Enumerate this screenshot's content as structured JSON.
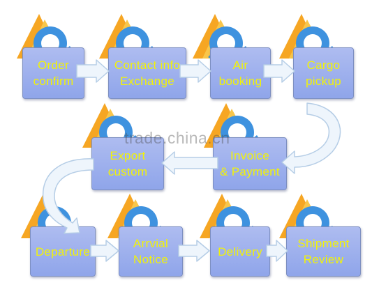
{
  "watermark": "trade.china.cn",
  "colors": {
    "box_fill": "#9bb0ec",
    "box_text": "#f1f20a",
    "arrow_fill": "#eef5fc",
    "arrow_stroke": "#b5cde6",
    "logo_orange": "#f6a623",
    "logo_blue": "#3e92df"
  },
  "steps": [
    {
      "line1": "Order",
      "line2": "confirm"
    },
    {
      "line1": "Contact info",
      "line2": "Exchange"
    },
    {
      "line1": "Air",
      "line2": "booking"
    },
    {
      "line1": "Cargo",
      "line2": "pickup"
    },
    {
      "line1": "Invoice",
      "line2": "& Payment"
    },
    {
      "line1": "Export",
      "line2": "custom"
    },
    {
      "line1": "Departure",
      "line2": ""
    },
    {
      "line1": "Arrvial",
      "line2": "Notice"
    },
    {
      "line1": "Delivery",
      "line2": ""
    },
    {
      "line1": "Shipment",
      "line2": "Review"
    }
  ]
}
